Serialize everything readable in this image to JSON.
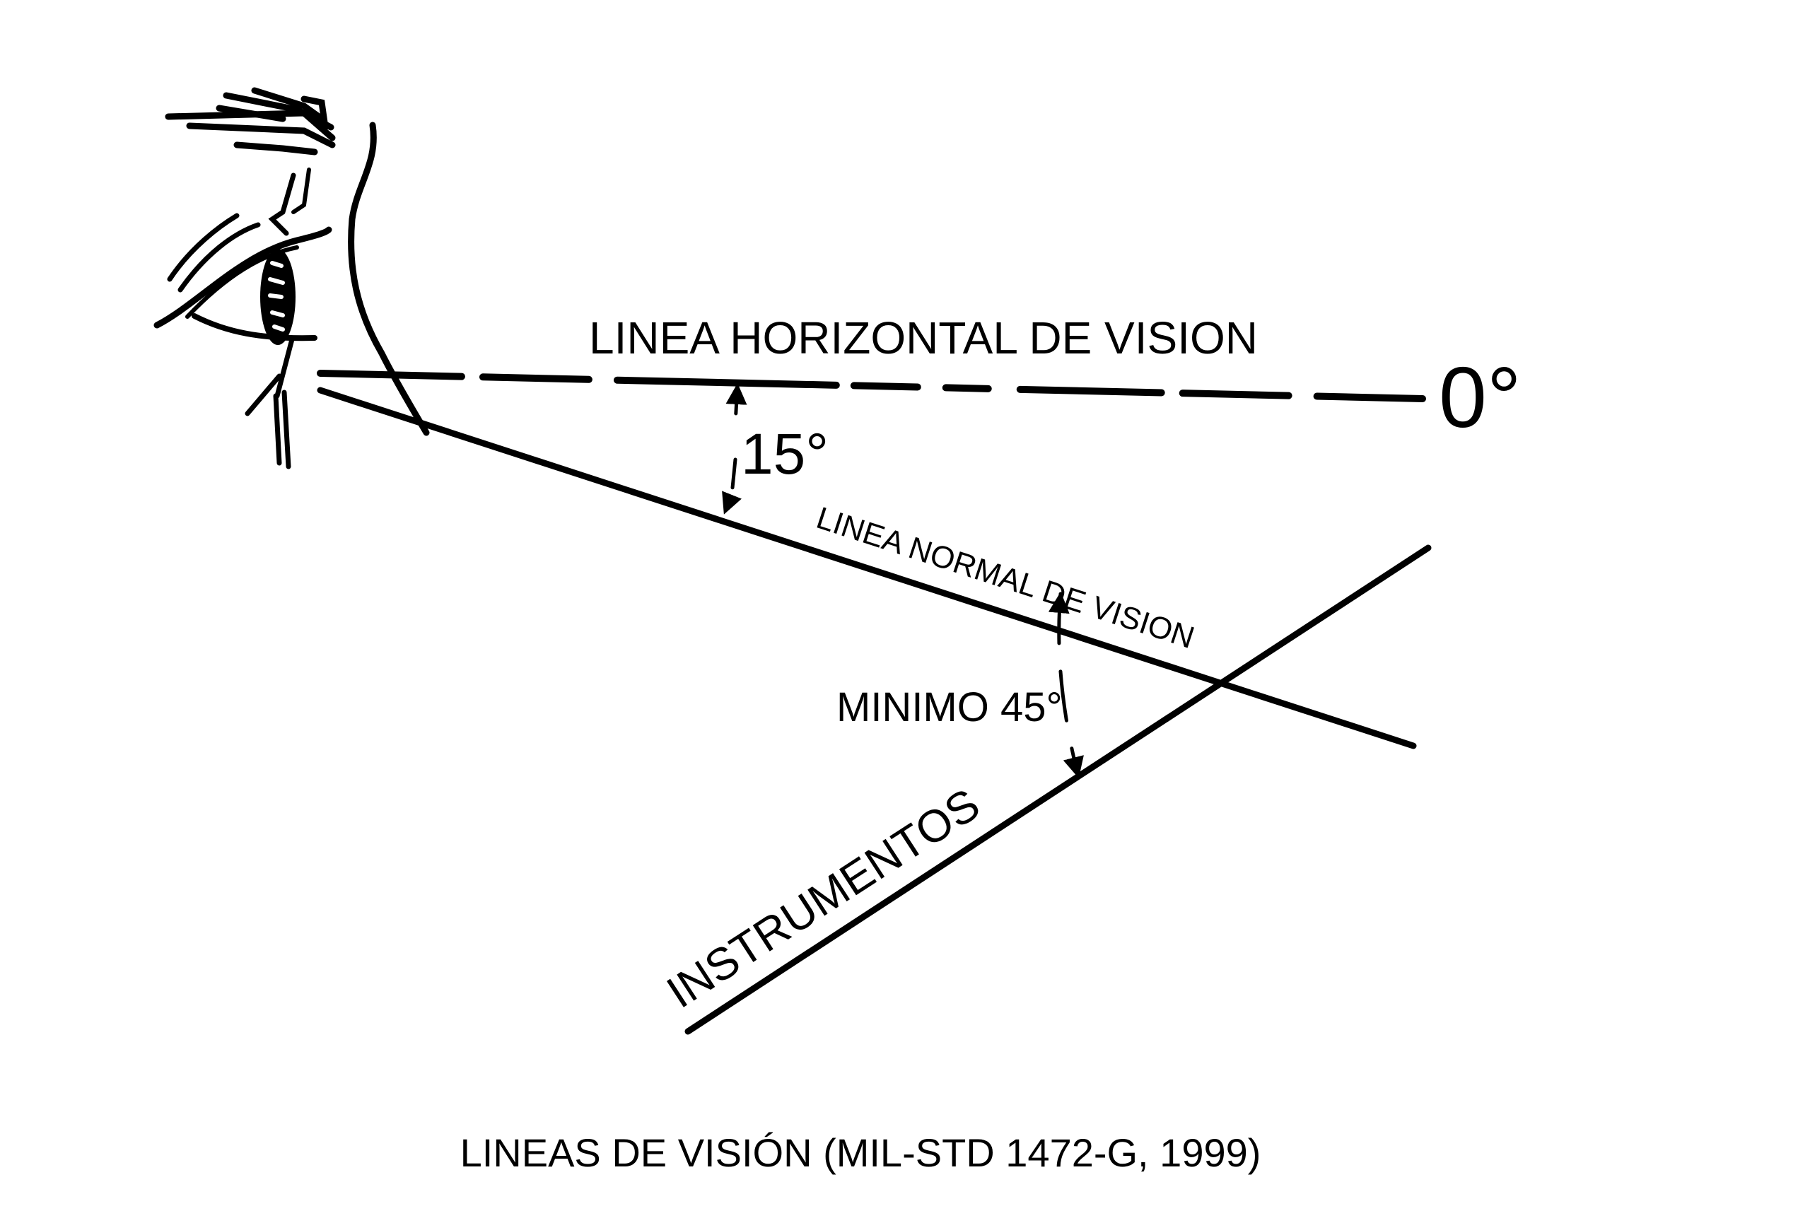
{
  "labels": {
    "horizontal_line": "LINEA HORIZONTAL DE VISION",
    "zero_degrees": "0°",
    "fifteen_degrees": "15°",
    "normal_line": "LINEA NORMAL DE VISION",
    "minimum_angle": "MINIMO 45°",
    "instruments": "INSTRUMENTOS"
  },
  "caption": "LINEAS DE VISIÓN (MIL-STD 1472-G, 1999)",
  "colors": {
    "ink": "#000000",
    "background": "#ffffff"
  }
}
